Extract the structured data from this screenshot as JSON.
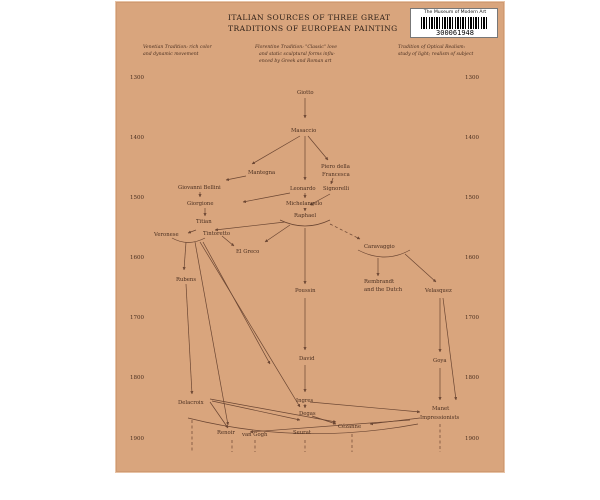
{
  "title": {
    "line1": "ITALIAN SOURCES OF THREE GREAT",
    "line2": "TRADITIONS OF EUROPEAN PAINTING"
  },
  "label": {
    "owner": "The Museum of Modern Art",
    "barcode_number": "300061948"
  },
  "columns": {
    "venetian": [
      "Venetian Tradition: rich color",
      "and dynamic movement"
    ],
    "florentine": [
      "Florentine Tradition: \"Classic\" love",
      "and static sculptural forms influ-",
      "enced by Greek and Roman art"
    ],
    "optical": [
      "Tradition of Optical Realism:",
      "study of light; realism of subject"
    ]
  },
  "years": [
    "1300",
    "1400",
    "1500",
    "1600",
    "1700",
    "1800",
    "1900"
  ],
  "painters": {
    "giotto": "Giotto",
    "masaccio": "Masaccio",
    "mantegna": "Mantegna",
    "piero": "Piero della",
    "piero2": "Francesca",
    "giovanni_bellini": "Giovanni Bellini",
    "leonardo": "Leonardo",
    "signorelli": "Signorelli",
    "giorgione": "Giorgione",
    "michelangelo": "Michelangelo",
    "raphael": "Raphael",
    "titian": "Titian",
    "veronese": "Veronese",
    "tintoretto": "Tintoretto",
    "el_greco": "El Greco",
    "caravaggio": "Caravaggio",
    "rubens": "Rubens",
    "rembrandt": "Rembrandt",
    "rembrandt2": "and the Dutch",
    "poussin": "Poussin",
    "velasquez": "Velasquez",
    "david": "David",
    "goya": "Goya",
    "ingres": "Ingres",
    "degas": "Degas",
    "manet": "Manet",
    "impressionists": "Impressionists",
    "delacroix": "Delacroix",
    "renoir": "Renoir",
    "van_gogh": "van Gogh",
    "seurat": "Seurat",
    "cezanne": "Cézanne"
  }
}
